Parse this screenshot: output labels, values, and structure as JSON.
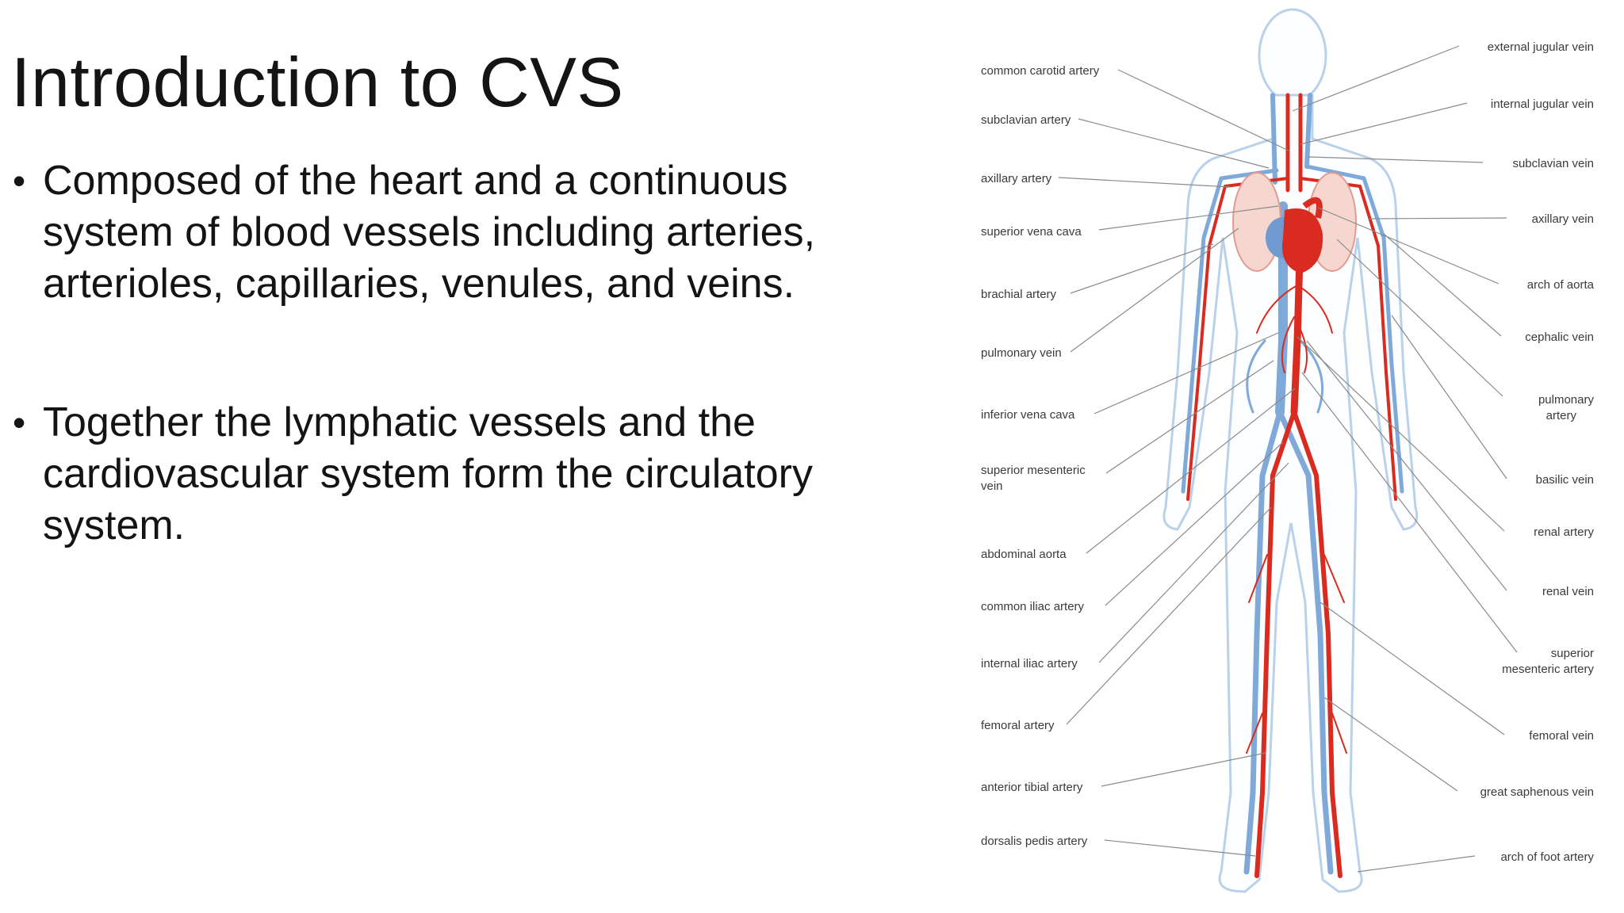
{
  "slide": {
    "title": "Introduction to CVS",
    "bullets": [
      "Composed of the heart and a continuous system of blood vessels including arteries, arterioles, capillaries, venules, and veins.",
      "Together the lymphatic vessels and the cardiovascular system form the circulatory system."
    ]
  },
  "figure": {
    "labels_left": [
      "common carotid artery",
      "subclavian artery",
      "axillary artery",
      "superior vena cava",
      "brachial artery",
      "pulmonary vein",
      "inferior vena cava",
      "superior mesenteric",
      "vein",
      "abdominal aorta",
      "common iliac artery",
      "internal iliac artery",
      "femoral artery",
      "anterior tibial artery",
      "dorsalis pedis artery"
    ],
    "labels_right": [
      "external jugular vein",
      "internal jugular vein",
      "subclavian vein",
      "axillary vein",
      "arch of aorta",
      "cephalic vein",
      "pulmonary",
      "artery",
      "basilic vein",
      "renal artery",
      "renal vein",
      "superior",
      "mesenteric artery",
      "femoral vein",
      "great saphenous vein",
      "arch of foot artery"
    ],
    "colors": {
      "artery": "#d92b1f",
      "vein": "#7fa9d8",
      "outline": "#b9d1ea",
      "leader": "#8a8a8a"
    }
  }
}
